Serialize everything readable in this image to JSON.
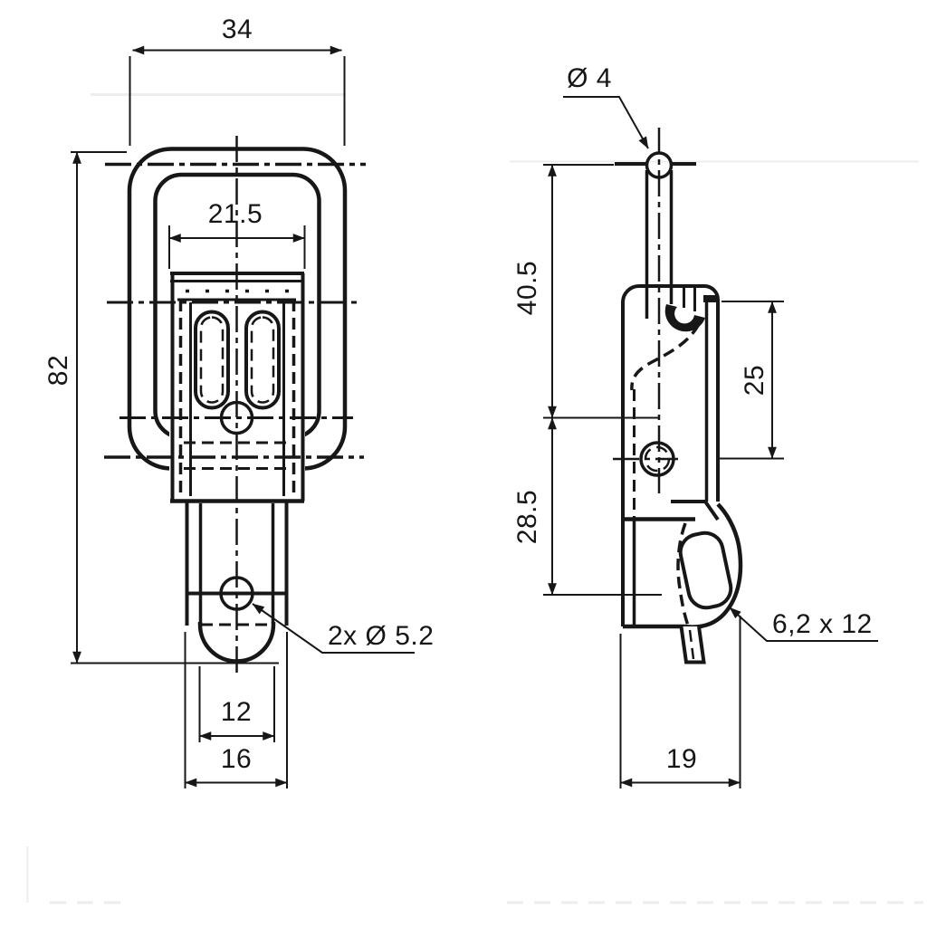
{
  "drawing": {
    "colors": {
      "ink": "#171717",
      "paper": "#ffffff"
    },
    "front_view": {
      "dim_overall_width": "34",
      "dim_plate_width": "21.5",
      "dim_overall_height": "82",
      "note_holes": "2x Ø 5.2",
      "dim_tab_width": "12",
      "dim_stem_width": "16"
    },
    "side_view": {
      "note_rod_diameter": "Ø 4",
      "dim_upper_span": "40.5",
      "dim_lower_span": "28.5",
      "dim_hole_offset": "25",
      "note_slot": "6,2 x 12",
      "dim_depth": "19"
    }
  }
}
